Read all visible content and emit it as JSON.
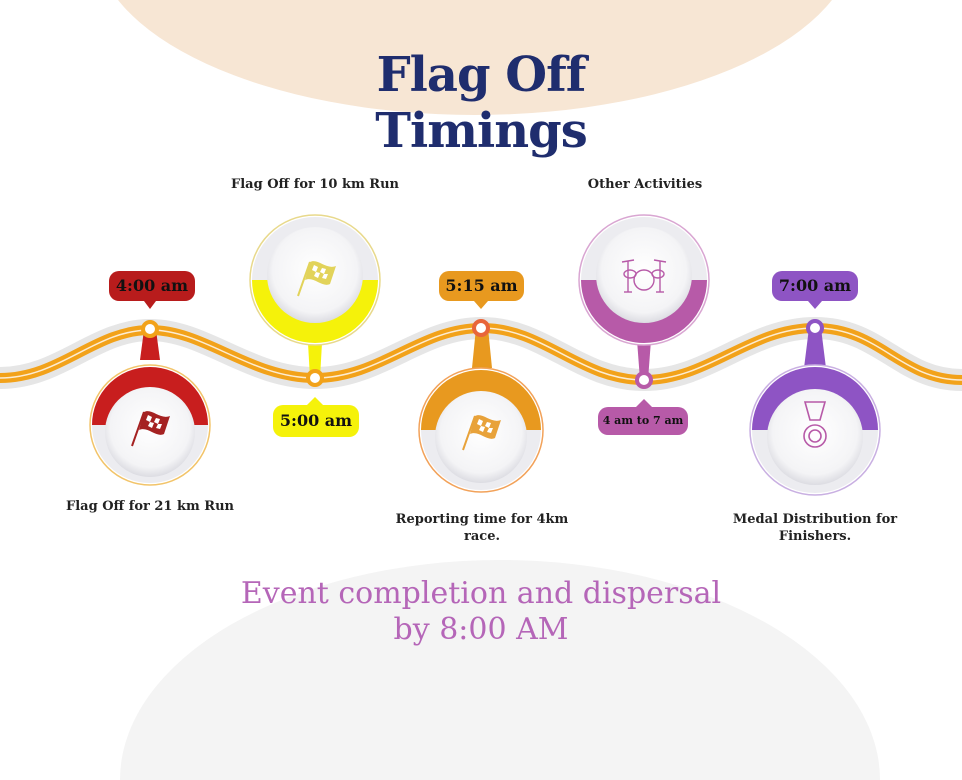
{
  "title": {
    "line1": "Flag Off",
    "line2": "Timings"
  },
  "timeline": [
    {
      "time": "4:00 am",
      "caption": "Flag Off for 21 km Run",
      "icon": "checkered-flag-icon",
      "color": "#c81e1e"
    },
    {
      "time": "5:00 am",
      "caption": "Flag Off for 10 km Run",
      "icon": "checkered-flag-icon",
      "color": "#f5f20a"
    },
    {
      "time": "5:15 am",
      "caption": "Reporting time for 4km race.",
      "icon": "checkered-flag-icon",
      "color": "#e8991f"
    },
    {
      "time": "4 am to 7 am",
      "caption": "Other Activities",
      "icon": "drum-kit-icon",
      "color": "#b75aa8"
    },
    {
      "time": "7:00 am",
      "caption": "Medal Distribution for Finishers.",
      "icon": "medal-icon",
      "color": "#8e54c4"
    }
  ],
  "footer": {
    "line1": "Event completion and dispersal",
    "line2": "by 8:00 AM"
  },
  "colors": {
    "title": "#1f2d6e",
    "track": "#f2a21a",
    "footer": "#b566b8"
  }
}
